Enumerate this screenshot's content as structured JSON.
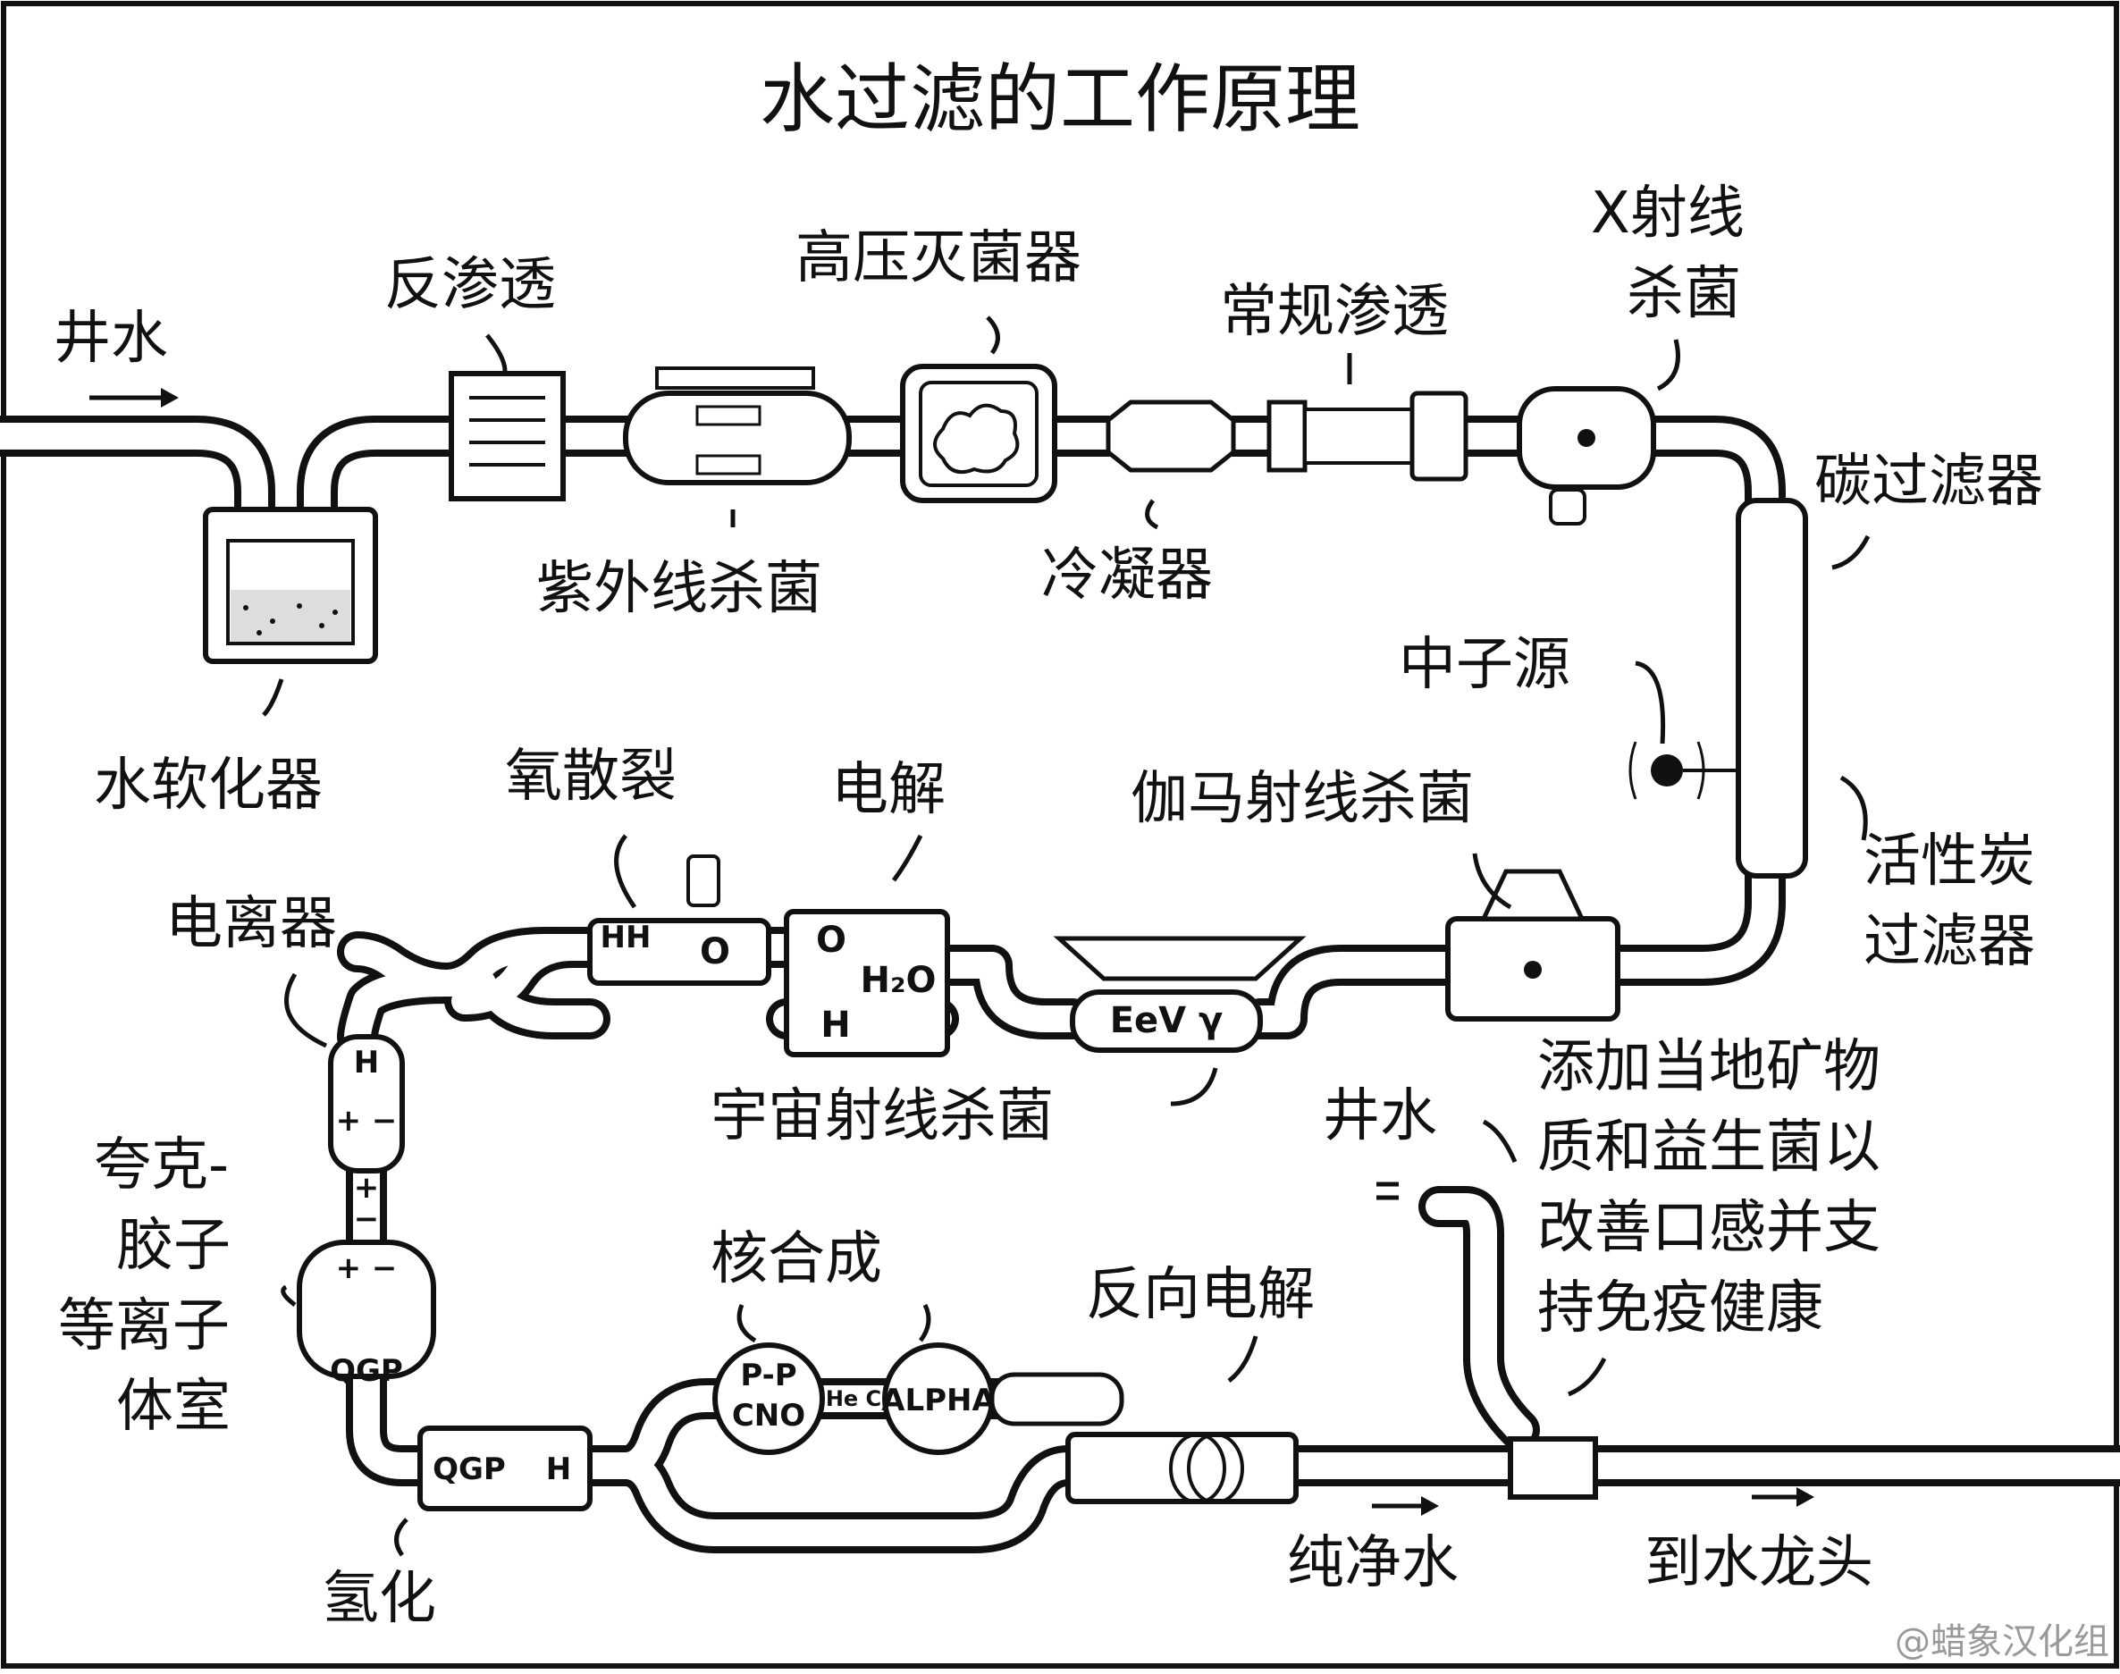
{
  "title": "水过滤的工作原理",
  "credit": "@蜡象汉化组",
  "labels": {
    "well_water_in": "井水",
    "softener": "水软化器",
    "reverse_osmosis": "反渗透",
    "uv": "紫外线杀菌",
    "autoclave": "高压灭菌器",
    "condenser": "冷凝器",
    "osmosis": "常规渗透",
    "xray_line1": "X射线",
    "xray_line2": "杀菌",
    "carbon_filter": "碳过滤器",
    "neutron_source": "中子源",
    "activated_line1": "活性炭",
    "activated_line2": "过滤器",
    "gamma": "伽马射线杀菌",
    "electrolysis": "电解",
    "oxygen_dispersal": "氧散裂",
    "ionizer": "电离器",
    "cosmic": "宇宙射线杀菌",
    "well_water_2": "井水",
    "minerals_line1": "添加当地矿物",
    "minerals_line2": "质和益生菌以",
    "minerals_line3": "改善口感并支",
    "minerals_line4": "持免疫健康",
    "qgp_line1": "夸克-",
    "qgp_line2": "胶子",
    "qgp_line3": "等离子",
    "qgp_line4": "体室",
    "fusion": "核合成",
    "reverse_electrolysis": "反向电解",
    "hydrogenation": "氢化",
    "pure_water": "纯净水",
    "to_tap": "到水龙头"
  },
  "device_text": {
    "eev": "EeV γ",
    "qgp": "QGP",
    "pp": "P-P",
    "cno": "CNO",
    "alpha": "ALPHA",
    "hec": "He C",
    "h": "H",
    "o": "O",
    "h2o": "H₂O",
    "hh": "HH",
    "plus": "+",
    "minus": "−",
    "plus_minus": "+ −"
  }
}
